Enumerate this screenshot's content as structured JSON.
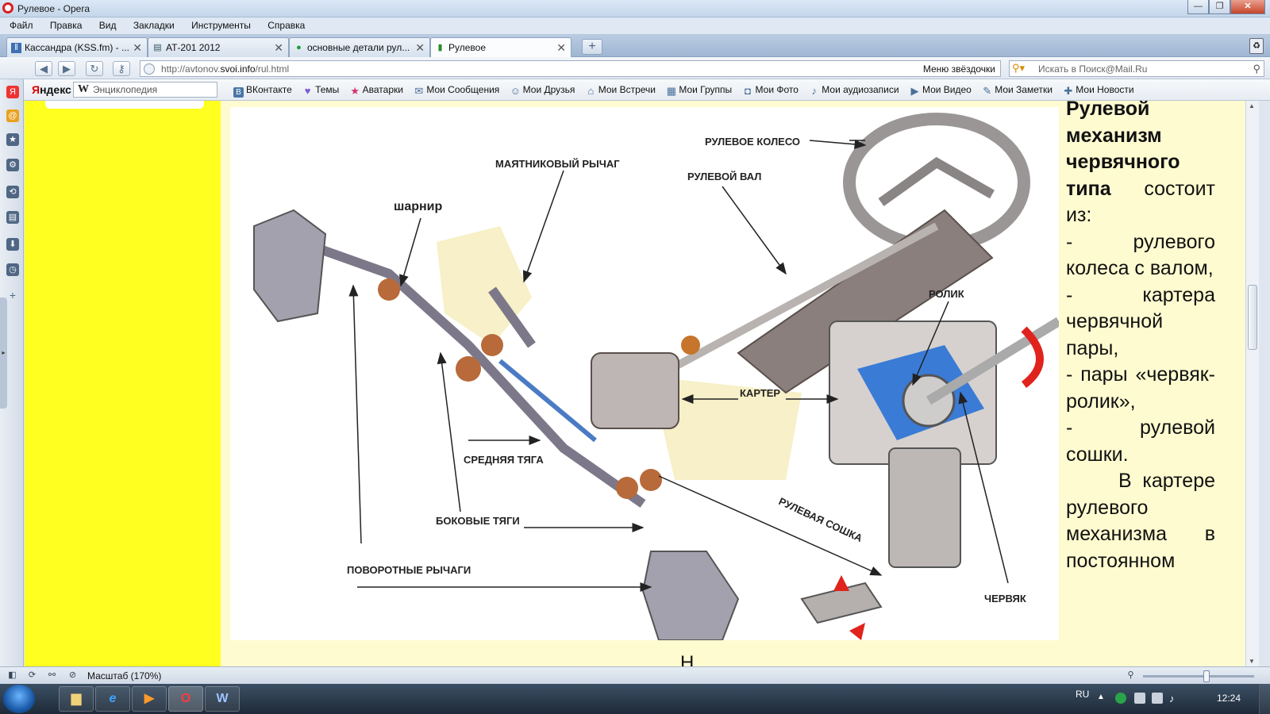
{
  "window": {
    "title": "Рулевое - Opera",
    "controls": {
      "minimize": "—",
      "maximize": "❐",
      "close": "✕"
    }
  },
  "menu": [
    "Файл",
    "Правка",
    "Вид",
    "Закладки",
    "Инструменты",
    "Справка"
  ],
  "tabs": [
    {
      "label": "Кассандра (KSS.fm) - ...",
      "icon": "ǁ",
      "active": false
    },
    {
      "label": "АТ-201 2012",
      "icon": "▤",
      "active": false
    },
    {
      "label": "основные детали рул...",
      "icon": "●",
      "active": false
    },
    {
      "label": "Рулевое",
      "icon": "▮",
      "active": true
    }
  ],
  "tab_close": "✕",
  "new_tab": "+",
  "address": {
    "url_prefix": "http://avtonov.",
    "url_domain": "svoi.info",
    "url_suffix": "/rul.html",
    "speed_dial_label": "Меню звёздочки",
    "search_placeholder": "Искать в Поиск@Mail.Ru"
  },
  "yandex_bar": {
    "logo_y": "Я",
    "logo_rest": "ндекс",
    "wiki_placeholder": "Энциклопедия",
    "links": [
      {
        "label": "ВКонтакте",
        "color": "#4a76a8",
        "icon": "B"
      },
      {
        "label": "Темы",
        "color": "#7b5bd6",
        "icon": "♥"
      },
      {
        "label": "Аватарки",
        "color": "#d6336c",
        "icon": "★"
      },
      {
        "label": "Мои Сообщения",
        "color": "#4a6f9a",
        "icon": "✉"
      },
      {
        "label": "Мои Друзья",
        "color": "#4a6f9a",
        "icon": "☺"
      },
      {
        "label": "Мои Встречи",
        "color": "#4a6f9a",
        "icon": "⌂"
      },
      {
        "label": "Мои Группы",
        "color": "#4a6f9a",
        "icon": "▦"
      },
      {
        "label": "Мои Фото",
        "color": "#4a6f9a",
        "icon": "◘"
      },
      {
        "label": "Мои аудиозаписи",
        "color": "#4a6f9a",
        "icon": "♪"
      },
      {
        "label": "Мои Видео",
        "color": "#4a6f9a",
        "icon": "▶"
      },
      {
        "label": "Мои Заметки",
        "color": "#4a6f9a",
        "icon": "✎"
      },
      {
        "label": "Мои Новости",
        "color": "#4a6f9a",
        "icon": "✚"
      }
    ]
  },
  "figure_labels": {
    "wheel": "РУЛЕВОЕ КОЛЕСО",
    "shaft": "РУЛЕВОЙ ВАЛ",
    "pendulum": "МАЯТНИКОВЫЙ РЫЧАГ",
    "joint": "шарнир",
    "roller": "РОЛИК",
    "housing": "КАРТЕР",
    "middle_rod": "СРЕДНЯЯ ТЯГА",
    "side_rods": "БОКОВЫЕ ТЯГИ",
    "pitman": "РУЛЕВАЯ СОШКА",
    "knuckle_arms": "ПОВОРОТНЫЕ РЫЧАГИ",
    "worm": "ЧЕРВЯК"
  },
  "article": {
    "title_bold": "Рулевой механизм червячного типа",
    "title_rest": " состоит из:",
    "items": [
      "- рулевого колеса с валом,",
      "- картера червячной пары,",
      "- пары «червяк-ролик»,",
      "- рулевой сошки."
    ],
    "paragraph": "В картере рулевого механизма в постоянном",
    "bottom_fragment": "Н"
  },
  "status": {
    "zoom": "Масштаб (170%)",
    "zoom_fraction": 0.57
  },
  "taskbar": {
    "lang": "RU",
    "clock": "12:24",
    "apps": [
      "▆",
      "e",
      "▶",
      "O",
      "W"
    ]
  },
  "colors": {
    "page_bg": "#fffbd0",
    "left_column": "#ffff20",
    "opera_red": "#d81f1f",
    "housing_blue": "#3a7bd5",
    "arrow_red": "#e0231c"
  }
}
